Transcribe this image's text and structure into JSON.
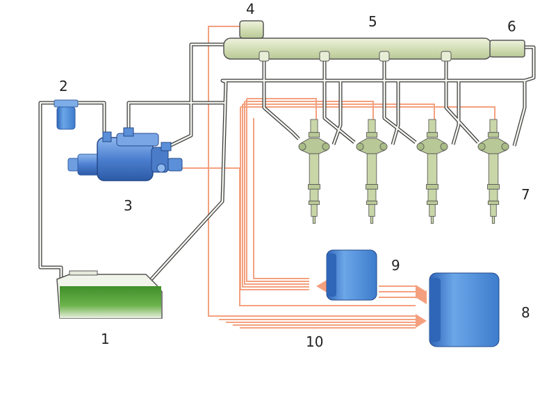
{
  "labels": {
    "tank": "1",
    "filter": "2",
    "pump": "3",
    "pressure_sensor": "4",
    "rail": "5",
    "pressure_regulator": "6",
    "injectors": "7",
    "ecu": "8",
    "sensors": "9",
    "signal_lines": "10"
  },
  "colors": {
    "fuel_line": "#f2f4ee",
    "fuel_line_outline": "#3a3a3a",
    "electrical_line": "#f4a07e",
    "rail_fill": "#d8e2bf",
    "injector_fill": "#c9d6a8",
    "pump_blue": "#5b8fd8",
    "box_blue": "#4f8fd6",
    "fuel_green": "#5aa63c"
  },
  "icons": {
    "tank": "fuel-tank-icon",
    "filter": "fuel-filter-icon",
    "pump": "high-pressure-pump-icon",
    "rail": "common-rail-icon",
    "injector": "injector-icon",
    "ecu": "control-unit-icon",
    "sensors": "sensor-block-icon"
  }
}
